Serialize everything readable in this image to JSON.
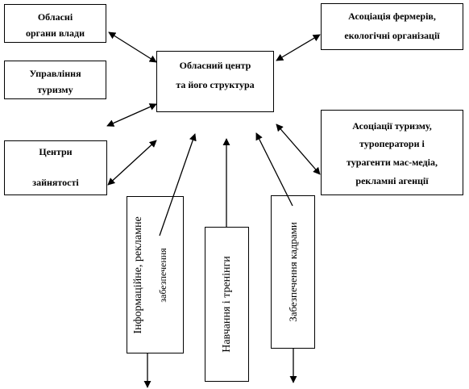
{
  "center": {
    "line1": "Обласний центр",
    "line2": "та його структура"
  },
  "left_boxes": {
    "authorities": {
      "line1": "Обласні",
      "line2": "органи влади"
    },
    "tourism_dept": {
      "line1": "Управління",
      "line2": "туризму"
    },
    "employment": {
      "line1": "Центри",
      "line2": "зайнятості"
    }
  },
  "right_boxes": {
    "farmers": {
      "line1": "Асоціація фермерів,",
      "line2": "екологічні організації"
    },
    "tourism_assoc": {
      "line1": "Асоціації туризму,",
      "line2": "туроператори і",
      "line3": "турагенти мас-медіа,",
      "line4": "рекламні агенції"
    }
  },
  "bottom_boxes": {
    "info_ad": {
      "line1": "Інформаційне, рекламне",
      "line2": "забезпечення"
    },
    "training": {
      "line1": "Навчання і тренінги"
    },
    "staffing": {
      "line1": "Забезпечення кадрами"
    }
  }
}
